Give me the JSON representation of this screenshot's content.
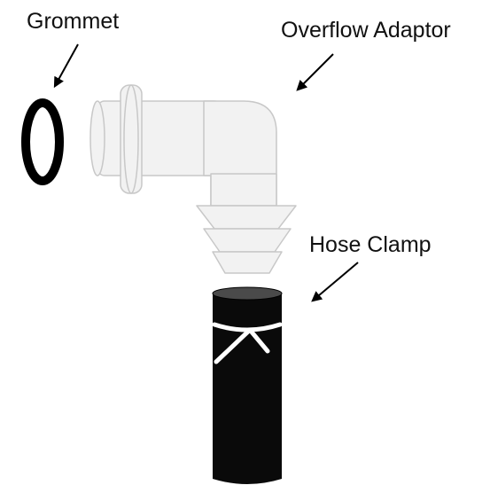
{
  "labels": {
    "grommet": "Grommet",
    "overflow_adaptor": "Overflow Adaptor",
    "hose_clamp": "Hose Clamp"
  },
  "colors": {
    "background": "#ffffff",
    "text": "#111111",
    "grommet": "#000000",
    "adaptor_fill": "#f2f2f2",
    "adaptor_stroke": "#c8c8c8",
    "hose": "#0a0a0a",
    "hose_top": "#4a4a4a",
    "clamp": "#ffffff",
    "arrow": "#000000"
  }
}
